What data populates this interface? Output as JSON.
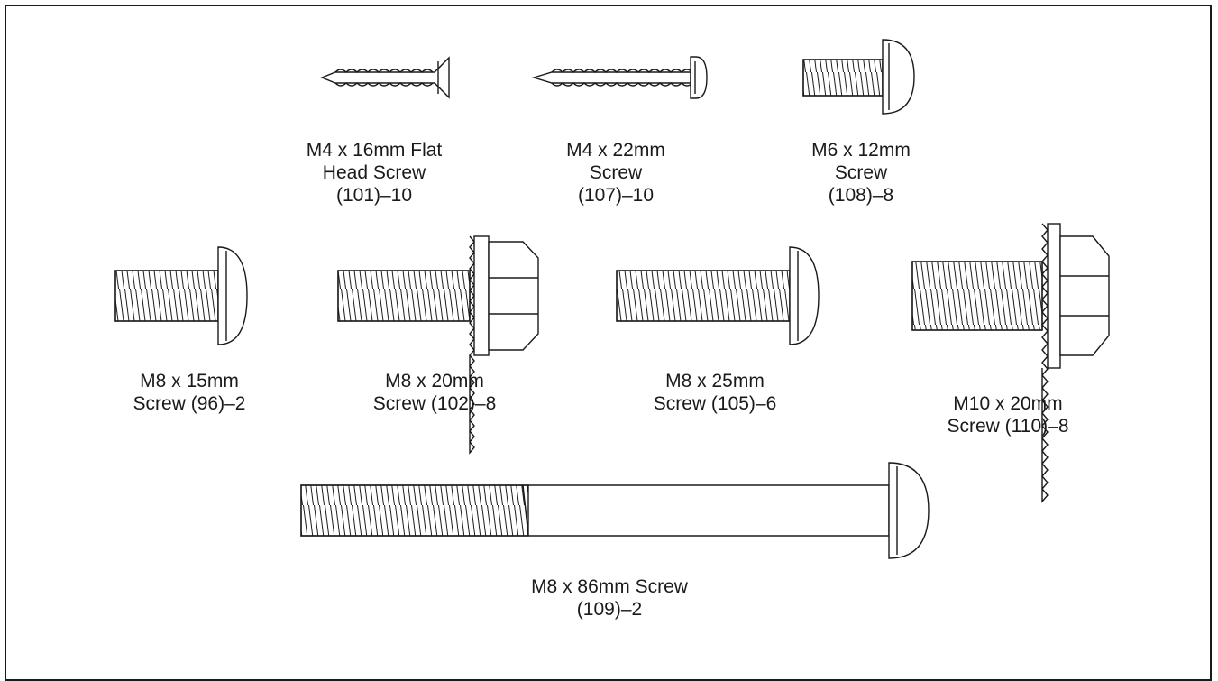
{
  "parts": [
    {
      "id": "m4x16",
      "icon": "flat-head-wood-screw-icon",
      "lines": [
        "M4 x 16mm Flat",
        "Head Screw",
        "(101)–10"
      ]
    },
    {
      "id": "m4x22",
      "icon": "pan-head-wood-screw-icon",
      "lines": [
        "M4 x 22mm",
        "Screw",
        "(107)–10"
      ]
    },
    {
      "id": "m6x12",
      "icon": "button-head-screw-icon",
      "lines": [
        "M6 x 12mm",
        "Screw",
        "(108)–8"
      ]
    },
    {
      "id": "m8x15",
      "icon": "button-head-screw-icon",
      "lines": [
        "M8 x 15mm",
        "Screw (96)–2"
      ]
    },
    {
      "id": "m8x20",
      "icon": "flange-hex-bolt-icon",
      "lines": [
        "M8 x 20mm",
        "Screw (102)–8"
      ]
    },
    {
      "id": "m8x25",
      "icon": "button-head-screw-icon",
      "lines": [
        "M8 x 25mm",
        "Screw (105)–6"
      ]
    },
    {
      "id": "m10x20",
      "icon": "flange-hex-bolt-icon",
      "lines": [
        "M10 x 20mm",
        "Screw (110)–8"
      ]
    },
    {
      "id": "m8x86",
      "icon": "long-button-head-screw-icon",
      "lines": [
        "M8 x 86mm Screw",
        "(109)–2"
      ]
    }
  ],
  "colors": {
    "ink": "#1a1a1a",
    "paper": "#ffffff"
  }
}
